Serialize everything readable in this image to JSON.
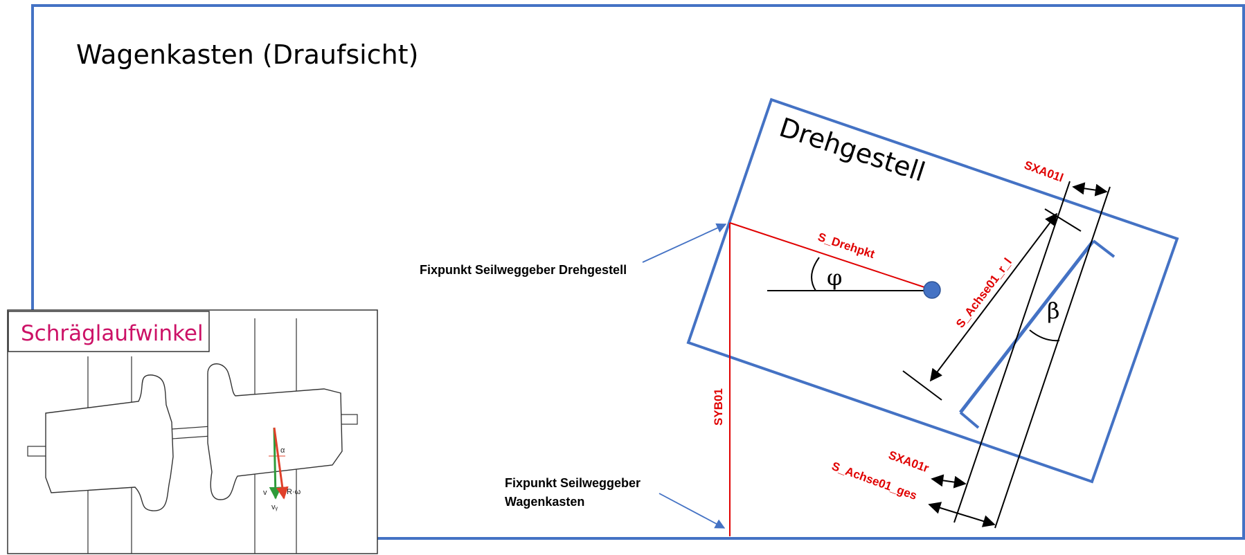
{
  "title": "Wagenkasten (Draufsicht)",
  "bogie_label": "Drehgestell",
  "fixpoint_bogie": "Fixpunkt Seilweggeber Drehgestell",
  "fixpoint_body_line1": "Fixpunkt Seilweggeber",
  "fixpoint_body_line2": "Wagenkasten",
  "labels": {
    "s_drehpkt": "S_Drehpkt",
    "s_achse_r_l": "S_Achse01_r_l",
    "sxa01l": "SXA01l",
    "sxa01r": "SXA01r",
    "s_achse_ges": "S_Achse01_ges",
    "syb01": "SYB01",
    "phi": "φ",
    "beta": "β"
  },
  "inset": {
    "title": "Schräglaufwinkel",
    "alpha": "α",
    "v": "v",
    "vy": "vᵧ",
    "romega": "R·ω"
  },
  "colors": {
    "frame_blue": "#4472c4",
    "measure_red": "#e00000",
    "inset_title": "#cc1166",
    "vector_green": "#2e9b3a",
    "vector_red": "#e0402a"
  }
}
